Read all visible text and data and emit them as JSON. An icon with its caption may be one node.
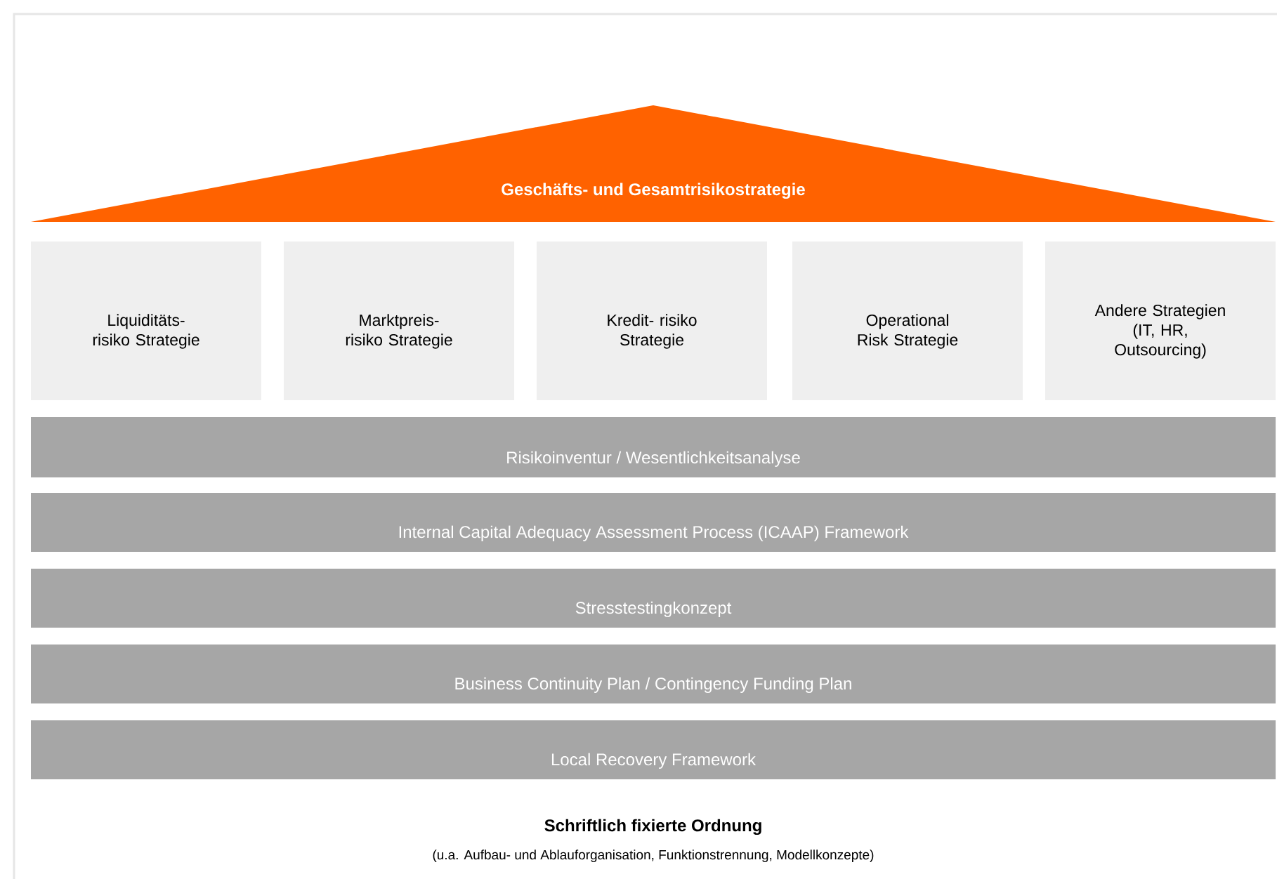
{
  "diagram": {
    "nodes": [
      {
        "text": [
          "Geschäfts- und Gesamtrisikostrategie"
        ]
      },
      {
        "text": [
          "Liquiditäts- risiko Strategie"
        ]
      },
      {
        "text": [
          "Marktpreis- risiko Strategie"
        ]
      },
      {
        "text": [
          "Kredit- risiko Strategie"
        ]
      },
      {
        "text": [
          "Operational Risk Strategie"
        ]
      },
      {
        "text": [
          "Andere Strategien (IT, HR, Outsourcing)"
        ]
      },
      {
        "text": [
          "Risikoinventur / Wesentlichkeitsanalyse"
        ]
      },
      {
        "text": [
          "Internal Capital Adequacy Assessment Process (ICAAP) Framework"
        ]
      },
      {
        "text": [
          "Stresstestingkonzept"
        ]
      },
      {
        "text": [
          "Business Continuity Plan / Contingency Funding Plan"
        ]
      },
      {
        "text": [
          "Local Recovery Framework"
        ]
      }
    ],
    "labels": [
      "Schriftlich fixierte Ordnung",
      "(u.a. Aufbau- und Ablauforganisation, Funktionstrennung, Modellkonzepte)"
    ]
  }
}
